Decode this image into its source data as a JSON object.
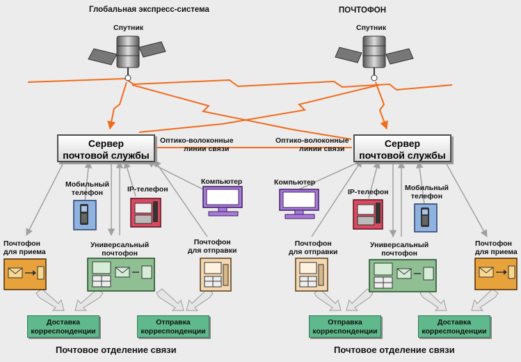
{
  "title_left": "Глобальная экспресс-система",
  "title_right": "ПОЧТОФОН",
  "satellite_label": "Спутник",
  "server": {
    "line1": "Сервер",
    "line2": "почтовой службы"
  },
  "fiber": {
    "line1": "Оптико-волоконные",
    "line2": "линии связи"
  },
  "mobile": {
    "line1": "Мобильный",
    "line2": "телефон"
  },
  "ip_phone": "IP-телефон",
  "computer": "Компьютер",
  "receive": {
    "line1": "Почтофон",
    "line2": "для приема"
  },
  "send": {
    "line1": "Почтофон",
    "line2": "для отправки"
  },
  "universal": {
    "line1": "Универсальный",
    "line2": "почтофон"
  },
  "delivery": {
    "line1": "Доставка",
    "line2": "корреспонденции"
  },
  "dispatch": {
    "line1": "Отправка",
    "line2": "корреспонденции"
  },
  "post_office": "Почтовое отделение связи",
  "colors": {
    "radio": "#f26a1b",
    "device_green": "#8fbf93",
    "device_orange": "#e8a23c",
    "device_beige": "#f2d8b4",
    "ip_red": "#d94a60",
    "mobile_blue": "#8fb3e0",
    "computer_violet": "#a97bd8",
    "box_green": "#5fb98c"
  }
}
